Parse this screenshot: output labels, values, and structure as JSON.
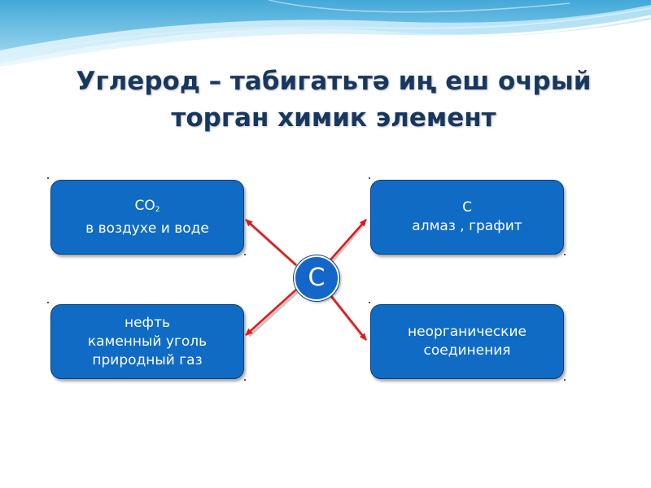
{
  "title": {
    "line1": "Углерод – табигатьтә иң еш очрый",
    "line2": "торган химик элемент"
  },
  "center": {
    "label": "C"
  },
  "boxes": {
    "top_left": {
      "formula": "CO",
      "subscript": "2",
      "text": "в  воздухе и воде"
    },
    "top_right": {
      "formula": "C",
      "text": "алмаз , графит"
    },
    "bottom_left": {
      "line1": "нефть",
      "line2": "каменный уголь",
      "line3": "природный газ"
    },
    "bottom_right": {
      "line1": "неорганические",
      "line2": "соединения"
    }
  },
  "colors": {
    "title": "#17375e",
    "box_fill": "#0f6bc4",
    "box_border": "#0b3f7a",
    "arrow": "#e01818",
    "wave_light": "#bfe6f7",
    "wave_dark": "#3aa9d9"
  }
}
